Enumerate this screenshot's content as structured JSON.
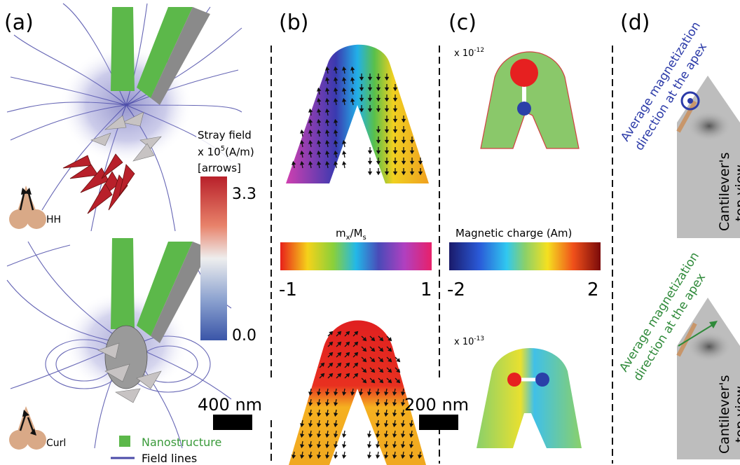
{
  "panels": {
    "a": "(a)",
    "b": "(b)",
    "c": "(c)",
    "d": "(d)"
  },
  "panel_a": {
    "stray_field_title": "Stray field",
    "stray_field_unit_prefix": "x 10",
    "stray_field_unit_exp": "5",
    "stray_field_unit_suffix": "(A/m)",
    "stray_field_note": "[arrows]",
    "colorbar_max": "3.3",
    "colorbar_min": "0.0",
    "config_top": "HH",
    "config_bottom": "Curl",
    "scale_bar": "400 nm",
    "legend_nanostructure": "Nanostructure",
    "legend_field_lines": "Field lines"
  },
  "panel_b": {
    "colorbar_label_base": "m",
    "colorbar_label_sub1": "x",
    "colorbar_label_mid": "/M",
    "colorbar_label_sub2": "s",
    "colorbar_min": "-1",
    "colorbar_max": "1",
    "scale_bar": "200 nm"
  },
  "panel_c": {
    "multiplier_top_base": "x 10",
    "multiplier_top_exp": "-12",
    "multiplier_bottom_base": "x 10",
    "multiplier_bottom_exp": "-13",
    "colorbar_label": "Magnetic charge (Am)",
    "colorbar_min": "-2",
    "colorbar_max": "2"
  },
  "panel_d": {
    "top_caption_line1": "Average magnetization",
    "top_caption_line2": "direction at the apex",
    "top_view_line1": "Cantilever's",
    "top_view_line2": "top view",
    "bottom_caption_line1": "Average magnetization",
    "bottom_caption_line2": "direction at the apex",
    "bottom_view_line1": "Cantilever's",
    "bottom_view_line2": "top view"
  },
  "colors": {
    "nanostructure_green": "#5cb84a",
    "field_line_blue": "#4b4ba8",
    "stray_red": "#b8202a",
    "caption_blue": "#2b3aa8",
    "caption_green": "#2f8a3a",
    "cantilever_gray": "#bdbdbd",
    "tip_tan": "#d9a987"
  }
}
